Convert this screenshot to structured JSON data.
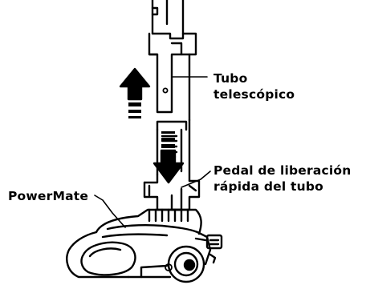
{
  "labels": {
    "tube": [
      "Tubo",
      "telescópico"
    ],
    "pedal": [
      "Pedal de liberación",
      "rápida del tubo"
    ],
    "powermate": "PowerMate"
  },
  "colors": {
    "ink": "#000000",
    "paper": "#ffffff"
  }
}
